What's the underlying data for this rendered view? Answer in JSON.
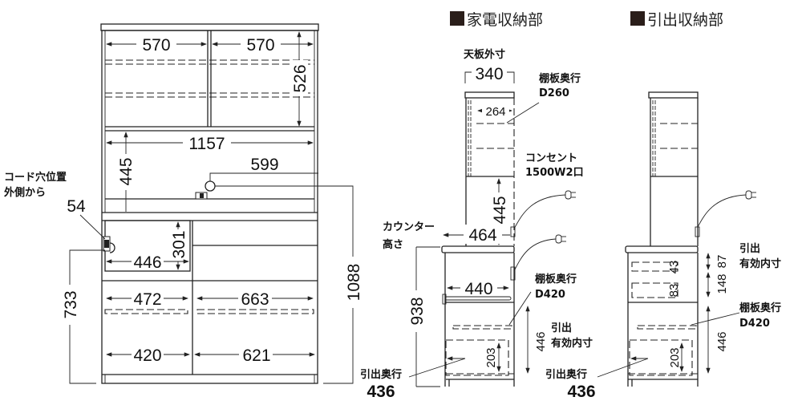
{
  "front": {
    "upper_width_left": "570",
    "upper_width_right": "570",
    "upper_height": "526",
    "middle_width": "1157",
    "middle_height": "445",
    "outlet_offset": "599",
    "cord_hole_label_1": "コード穴位置",
    "cord_hole_label_2": "外側から",
    "cord_hole_offset": "54",
    "cubby_height": "301",
    "cubby_width": "446",
    "lower_left_top": "472",
    "lower_right_top": "663",
    "lower_left_bottom": "420",
    "lower_right_bottom": "621",
    "counter_height": "733",
    "outlet_height": "1088"
  },
  "appliance_section": {
    "title": "家電収納部",
    "top_outer_label": "天板外寸",
    "top_depth": "340",
    "shelf_depth_label": "棚板奥行",
    "shelf_depth_upper": "D260",
    "upper_inner_depth": "264",
    "outlet_label": "コンセント",
    "outlet_spec": "1500W2口",
    "middle_height": "445",
    "counter_label_1": "カウンター",
    "counter_label_2": "高さ",
    "counter_depth": "464",
    "lower_height": "938",
    "slide_depth": "440",
    "shelf_depth_lower": "D420",
    "drawer_height": "446",
    "drawer_label_1": "引出",
    "drawer_label_2": "有効内寸",
    "drawer_side": "203",
    "drawer_depth_label": "引出奥行",
    "drawer_depth": "436"
  },
  "drawer_section": {
    "title": "引出収納部",
    "drawer_label_1": "引出",
    "drawer_label_2": "有効内寸",
    "small_drawer_1": "43",
    "small_drawer_1_outer": "87",
    "small_drawer_2": "83",
    "small_drawer_2_outer": "148",
    "shelf_depth_label": "棚板奥行",
    "shelf_depth": "D420",
    "drawer_height": "446",
    "drawer_side": "203",
    "drawer_depth_label": "引出奥行",
    "drawer_depth": "436"
  }
}
